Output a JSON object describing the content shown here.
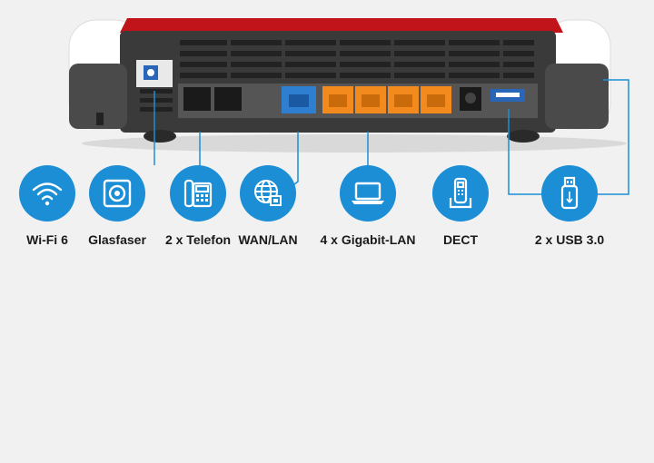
{
  "features": [
    {
      "label": "Wi-Fi 6",
      "icon": "wifi-icon"
    },
    {
      "label": "Glasfaser",
      "icon": "fiber-port-icon"
    },
    {
      "label": "2 x Telefon",
      "icon": "telephone-icon"
    },
    {
      "label": "WAN/LAN",
      "icon": "globe-network-icon"
    },
    {
      "label": "4 x Gigabit-LAN",
      "icon": "laptop-icon"
    },
    {
      "label": "DECT",
      "icon": "cordless-phone-icon"
    },
    {
      "label": "2 x USB 3.0",
      "icon": "usb-stick-icon"
    }
  ],
  "colors": {
    "accent": "#1c8ed6",
    "router_red": "#c0141a",
    "lan_orange": "#f28a1e",
    "wan_blue": "#2f7fd1"
  }
}
